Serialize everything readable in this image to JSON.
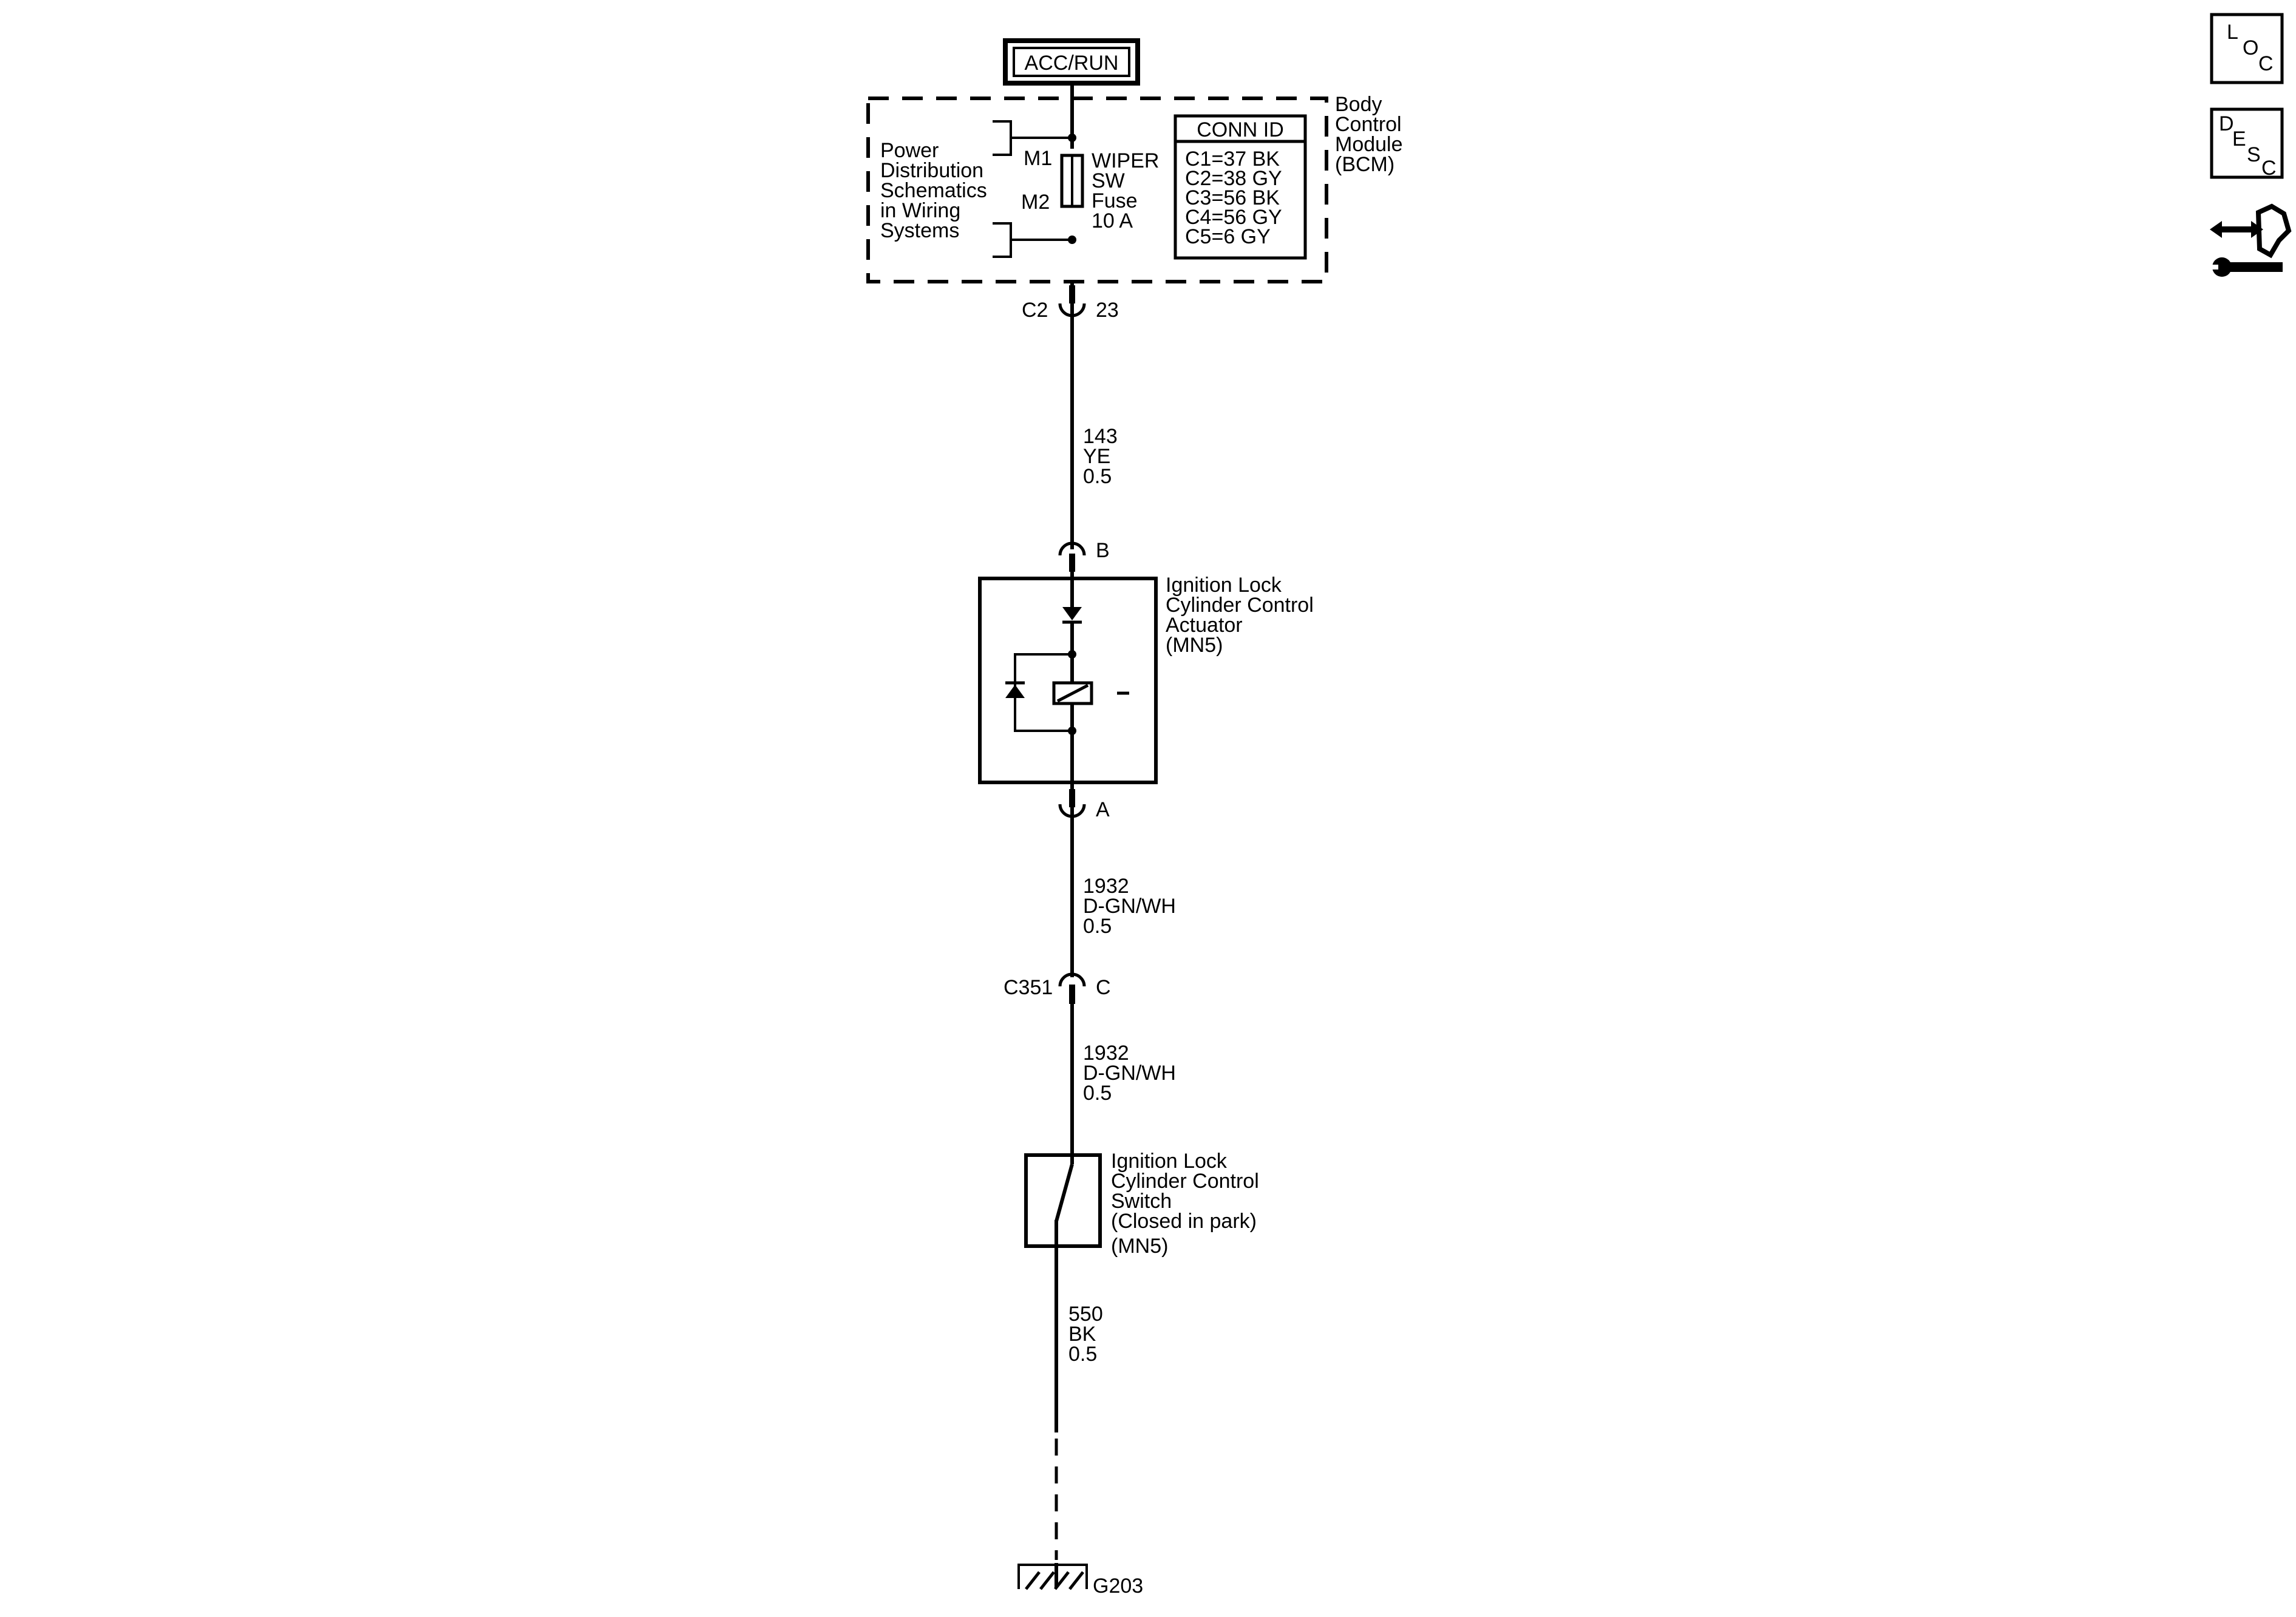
{
  "power_source": "ACC/RUN",
  "bcm": {
    "name_lines": [
      "Body",
      "Control",
      "Module",
      "(BCM)"
    ],
    "power_dist_lines": [
      "Power",
      "Distribution",
      "Schematics",
      "in Wiring",
      "Systems"
    ],
    "m1": "M1",
    "m2": "M2",
    "fuse_lines": [
      "WIPER",
      "SW",
      "Fuse",
      "10 A"
    ],
    "conn_id_title": "CONN ID",
    "conn_ids": [
      "C1=37 BK",
      "C2=38 GY",
      "C3=56 BK",
      "C4=56 GY",
      "C5=6 GY"
    ]
  },
  "connectors": {
    "c2_name": "C2",
    "c2_pin": "23",
    "actuator_pin_b": "B",
    "actuator_pin_a": "A",
    "c351_name": "C351",
    "c351_pin": "C"
  },
  "wires": [
    {
      "circuit": "143",
      "color": "YE",
      "size": "0.5"
    },
    {
      "circuit": "1932",
      "color": "D-GN/WH",
      "size": "0.5"
    },
    {
      "circuit": "1932",
      "color": "D-GN/WH",
      "size": "0.5"
    },
    {
      "circuit": "550",
      "color": "BK",
      "size": "0.5"
    }
  ],
  "actuator": {
    "label_lines": [
      "Ignition Lock",
      "Cylinder Control",
      "Actuator",
      "(MN5)"
    ]
  },
  "switch": {
    "label_lines": [
      "Ignition Lock",
      "Cylinder Control",
      "Switch",
      "(Closed in park)",
      "(MN5)"
    ]
  },
  "ground": "G203",
  "side_icons": {
    "loc": [
      "L",
      "O",
      "C"
    ],
    "desc": [
      "D",
      "E",
      "S",
      "C"
    ],
    "service_icon": "connector-wrench-icon"
  }
}
